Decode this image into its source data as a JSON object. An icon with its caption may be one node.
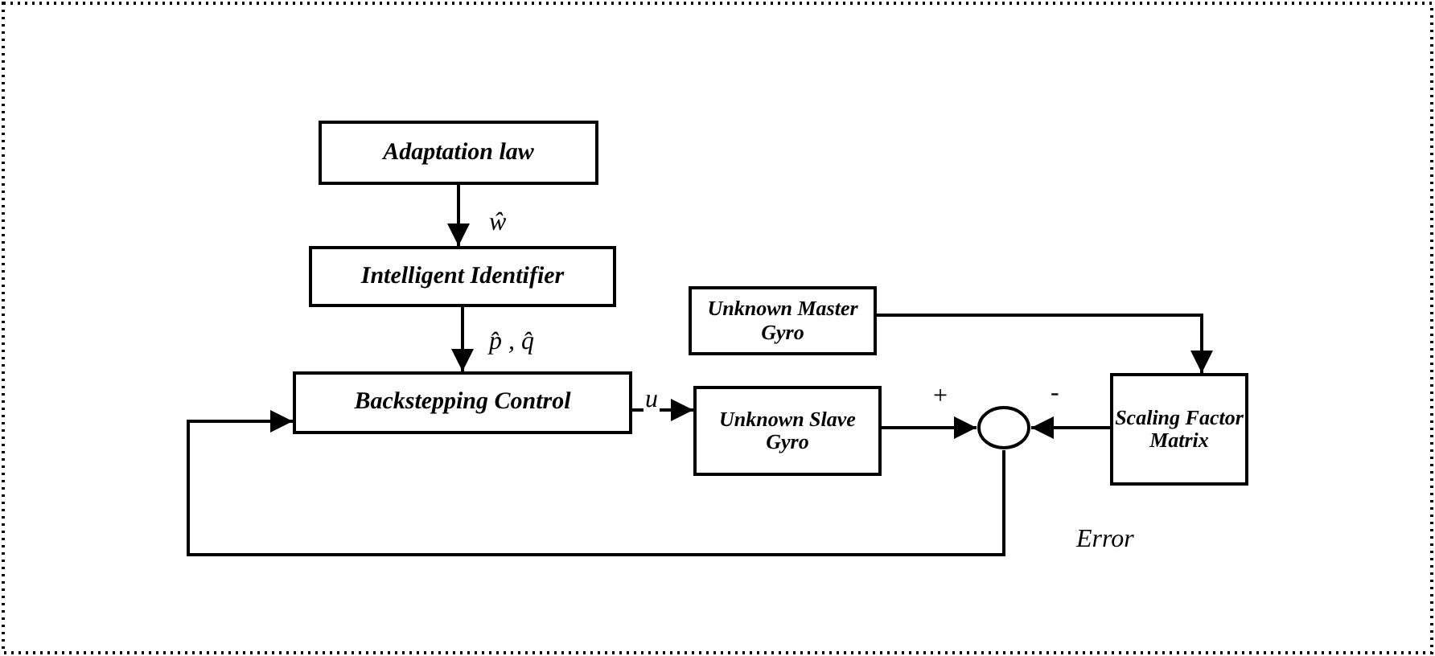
{
  "diagram": {
    "nodes": [
      {
        "text": [
          "Adaptation law"
        ]
      },
      {
        "text": [
          "Intelligent Identifier"
        ]
      },
      {
        "text": [
          "Backstepping Control"
        ]
      },
      {
        "text": [
          "Unknown Master Gyro"
        ]
      },
      {
        "text": [
          "Unknown Slave Gyro"
        ]
      },
      {
        "text": [],
        "shape": "circle"
      },
      {
        "text": [
          "Scaling Factor Matrix"
        ]
      }
    ],
    "edges": [
      {
        "from": 0,
        "to": 1,
        "arrow": "to",
        "label": "ŵ"
      },
      {
        "from": 1,
        "to": 2,
        "arrow": "to",
        "label": "p̂ , q̂"
      },
      {
        "from": 2,
        "to": 4,
        "arrow": "to",
        "label": "u"
      },
      {
        "from": 4,
        "to": 5,
        "arrow": "to",
        "label": "+"
      },
      {
        "from": 6,
        "to": 5,
        "arrow": "to",
        "label": "-"
      },
      {
        "from": 3,
        "to": 6,
        "arrow": "to"
      },
      {
        "from": 5,
        "to": 2,
        "arrow": "to",
        "label": "Error"
      }
    ]
  }
}
